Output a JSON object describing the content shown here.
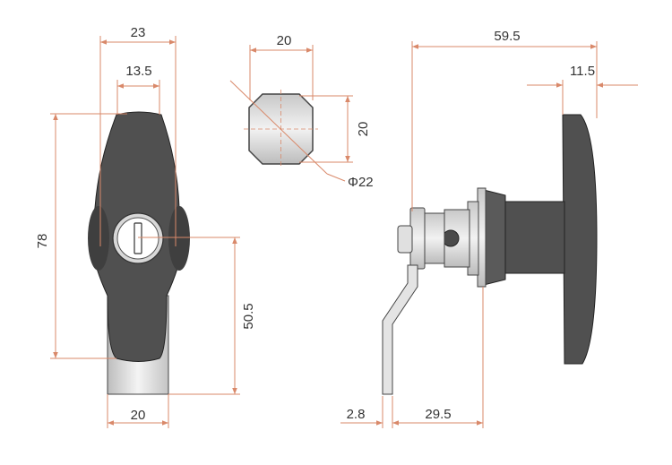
{
  "colors": {
    "dimension_line": "#d9896a",
    "text": "#333333",
    "handle_dark": "#4d4d4d",
    "metal": "#e6e6e6"
  },
  "front_view": {
    "width_overall": "23",
    "width_key": "13.5",
    "height_overall": "78",
    "height_lower": "50.5",
    "width_bottom": "20"
  },
  "top_view": {
    "width": "20",
    "height": "20",
    "diameter": "Φ22"
  },
  "side_view": {
    "length_overall": "59.5",
    "handle_thickness": "11.5",
    "offset": "2.8",
    "cam_length": "29.5"
  }
}
